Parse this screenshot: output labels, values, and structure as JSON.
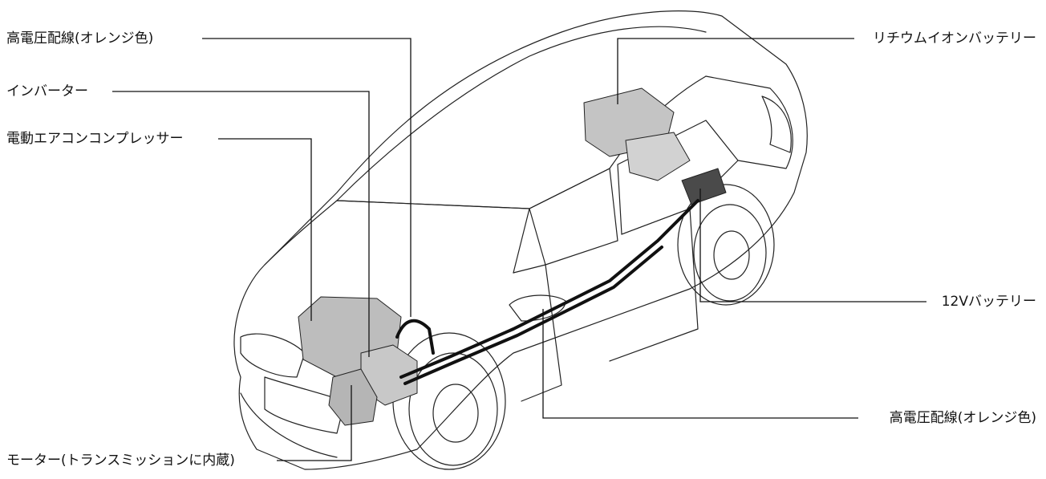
{
  "callouts": {
    "high_voltage_wiring_top": "高電圧配線(オレンジ色)",
    "inverter": "インバーター",
    "electric_ac_compressor": "電動エアコンコンプレッサー",
    "motor": "モーター(トランスミッションに内蔵)",
    "lithium_ion_battery": "リチウムイオンバッテリー",
    "battery_12v": "12Vバッテリー",
    "high_voltage_wiring_bottom": "高電圧配線(オレンジ色)"
  }
}
